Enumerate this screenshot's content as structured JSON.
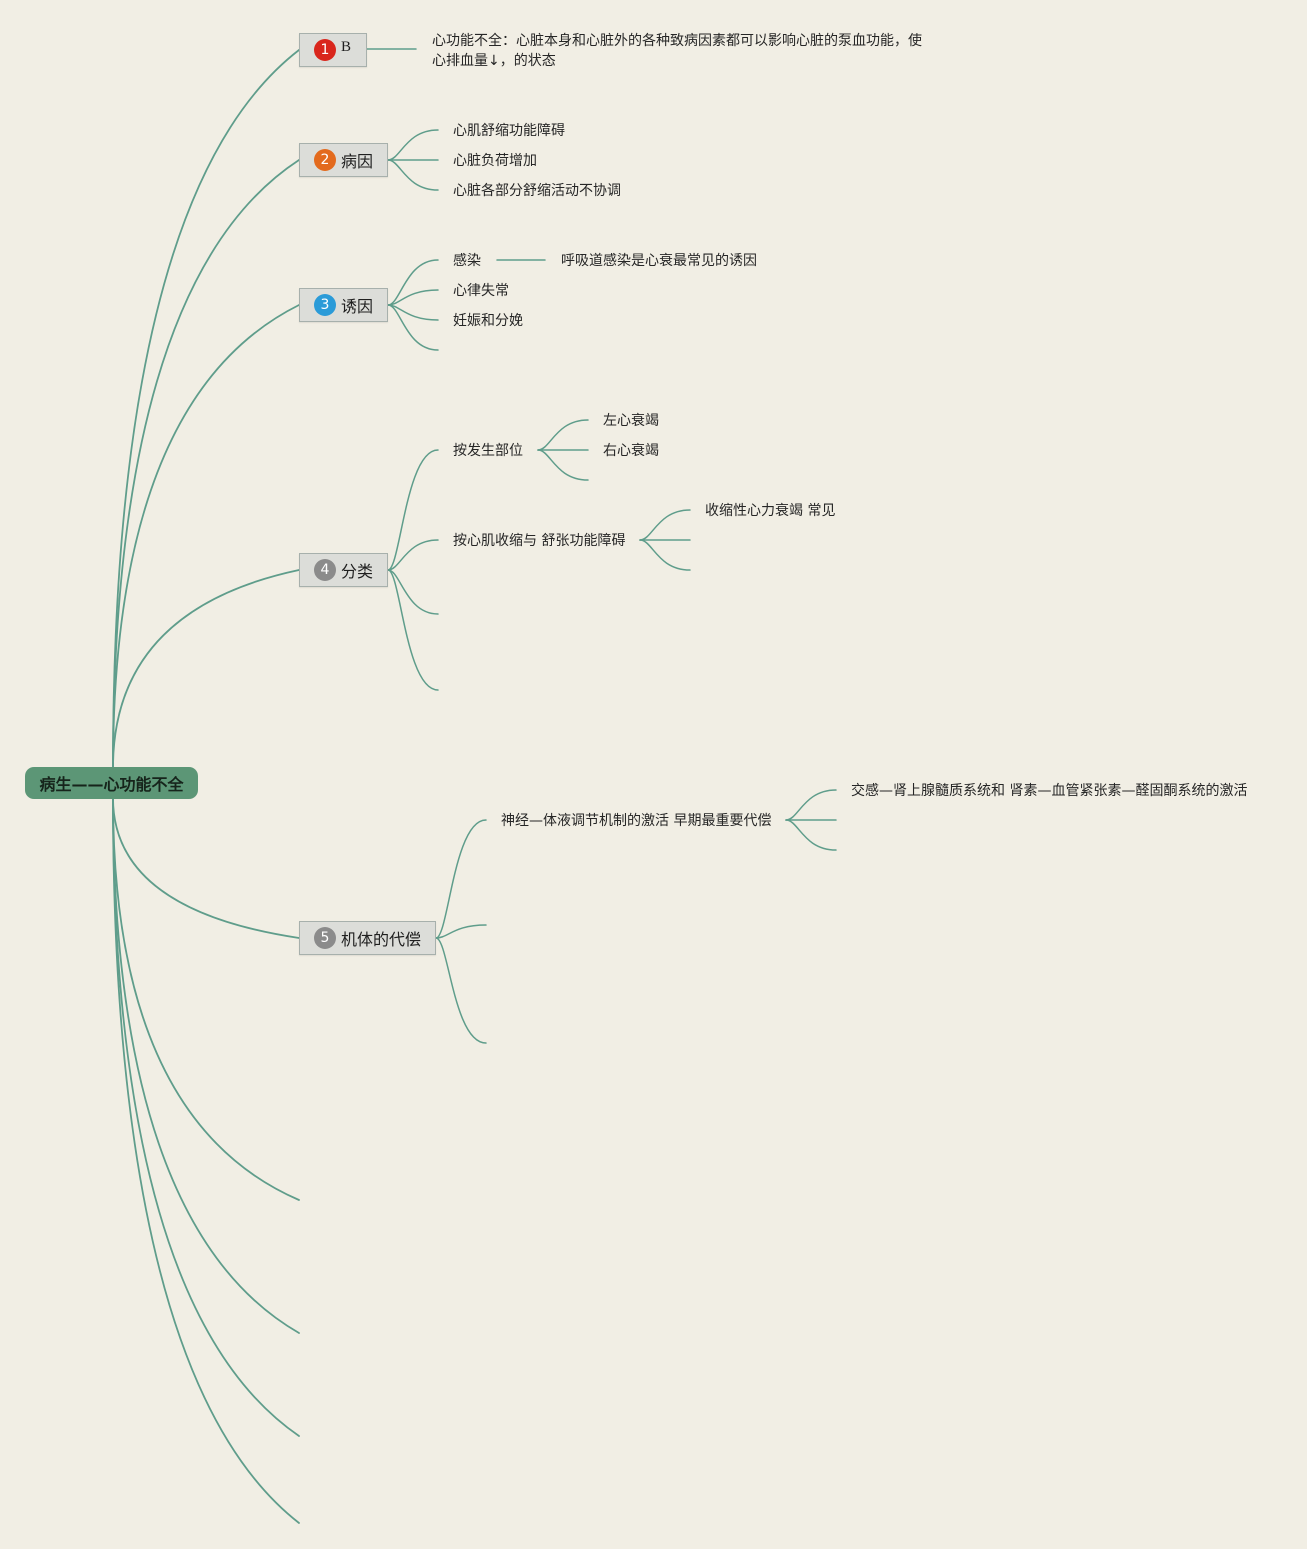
{
  "root": {
    "label": "病生——心功能不全"
  },
  "branches": [
    {
      "badge": "1",
      "badge_color": "#d9261c",
      "label": "B",
      "children": [
        {
          "lines": [
            "心功能不全：心脏本身和心脏外的各种致病因素都可以影响心脏的泵血功能，使",
            "心排血量↓，的状态"
          ]
        }
      ]
    },
    {
      "badge": "2",
      "badge_color": "#e36a1d",
      "label": "病因",
      "children": [
        {
          "label": "心肌舒缩功能障碍"
        },
        {
          "label": "心脏负荷增加"
        },
        {
          "label": "心脏各部分舒缩活动不协调"
        }
      ]
    },
    {
      "badge": "3",
      "badge_color": "#2b9bd8",
      "label": "诱因",
      "children": [
        {
          "label": "感染",
          "children": [
            {
              "label": "呼吸道感染是心衰最常见的诱因"
            }
          ]
        },
        {
          "label": "心律失常"
        },
        {
          "label": "妊娠和分娩"
        }
      ]
    },
    {
      "badge": "4",
      "badge_color": "#8b8b8b",
      "label": "分类",
      "children": [
        {
          "label": "按发生部位",
          "children": [
            {
              "label": "左心衰竭"
            },
            {
              "label": "右心衰竭"
            }
          ]
        },
        {
          "label": "按心肌收缩与 舒张功能障碍",
          "children": [
            {
              "label": "收缩性心力衰竭 常见"
            }
          ]
        }
      ]
    },
    {
      "badge": "5",
      "badge_color": "#8b8b8b",
      "label": "机体的代偿",
      "children": [
        {
          "label": "神经—体液调节机制的激活 早期最重要代偿",
          "children": [
            {
              "label": "交感—肾上腺髓质系统和 肾素—血管紧张素—醛固酮系统的激活"
            }
          ]
        }
      ]
    }
  ],
  "colors": {
    "background": "#f1eee4",
    "connector": "#5f9d8b",
    "root_fill": "#5c9676",
    "node_fill": "#dcddd9",
    "text": "#262626"
  }
}
